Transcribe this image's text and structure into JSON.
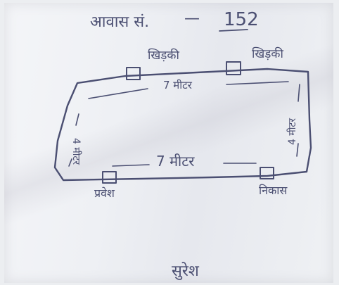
{
  "header": {
    "label": "आवास सं.",
    "dash": "—",
    "number": "152"
  },
  "plan": {
    "windows": [
      "खिड़की",
      "खिड़की"
    ],
    "top_dimension": "7 मीटर",
    "bottom_dimension": "7 मीटर",
    "left_dimension": "4 मीटर",
    "right_dimension": "4 मीटर",
    "entry_label": "प्रवेश",
    "exit_label": "निकास"
  },
  "signature": "सुरेश"
}
